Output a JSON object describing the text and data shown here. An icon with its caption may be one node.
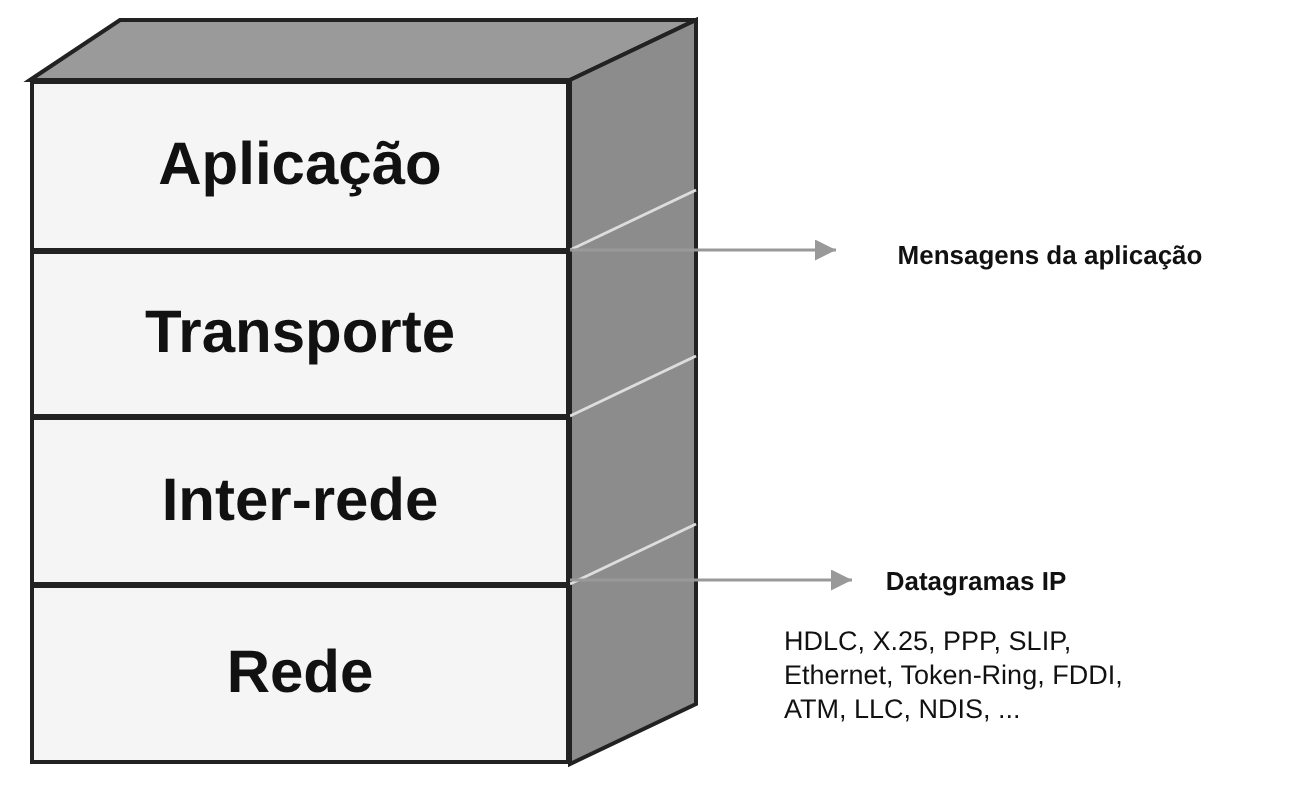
{
  "diagram": {
    "nodes": [
      {
        "text": [
          "Aplicação"
        ]
      },
      {
        "text": [
          "Transporte"
        ]
      },
      {
        "text": [
          "Inter-rede"
        ]
      },
      {
        "text": [
          "Rede"
        ]
      },
      {
        "text": [
          "Mensagens da aplicação"
        ]
      },
      {
        "text": [
          "Datagramas IP"
        ]
      }
    ],
    "edges": [
      {
        "from": 1,
        "to": 4,
        "arrow": "to"
      },
      {
        "from": 2,
        "to": 5,
        "arrow": "to"
      }
    ],
    "labels": [
      "HDLC, X.25, PPP, SLIP, Ethernet, Token-Ring, FDDI, ATM, LLC, NDIS, ..."
    ]
  }
}
